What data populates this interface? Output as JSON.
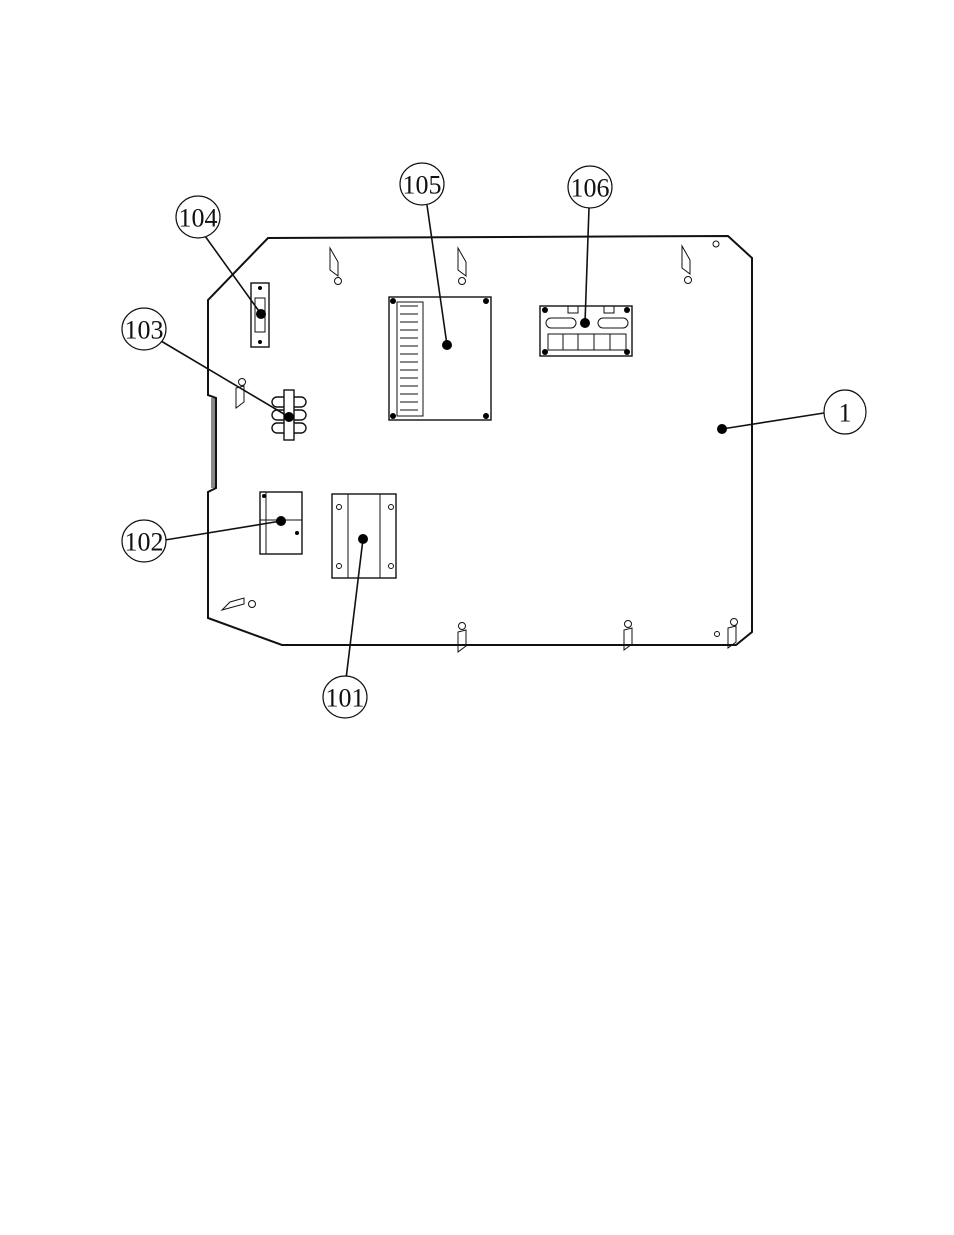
{
  "callouts": {
    "c1": "1",
    "c101": "101",
    "c102": "102",
    "c103": "103",
    "c104": "104",
    "c105": "105",
    "c106": "106"
  },
  "colors": {
    "line": "#111111",
    "background": "#ffffff"
  }
}
